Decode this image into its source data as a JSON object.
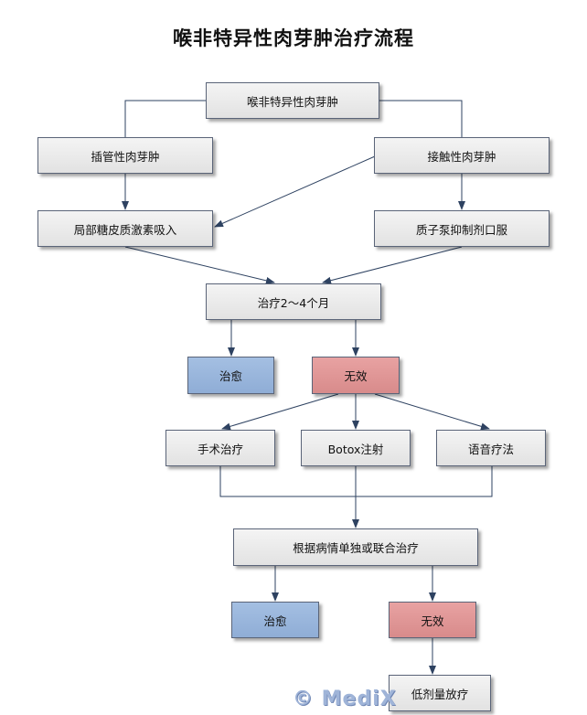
{
  "title": "喉非特异性肉芽肿治疗流程",
  "nodes": {
    "root": "喉非特异性肉芽肿",
    "intubation": "插管性肉芽肿",
    "contact": "接触性肉芽肿",
    "steroid": "局部糖皮质激素吸入",
    "ppi": "质子泵抑制剂口服",
    "treat_months": "治疗2～4个月",
    "cured1": "治愈",
    "ineffective1": "无效",
    "surgery": "手术治疗",
    "botox": "Botox注射",
    "speech": "语音疗法",
    "combined": "根据病情单独或联合治疗",
    "cured2": "治愈",
    "ineffective2": "无效",
    "radiation": "低剂量放疗"
  },
  "watermark": "© MediX",
  "colors": {
    "cured": "#97b4dc",
    "ineffective": "#dd9292",
    "default": "#e8e8e8",
    "edge": "#2e4261"
  }
}
